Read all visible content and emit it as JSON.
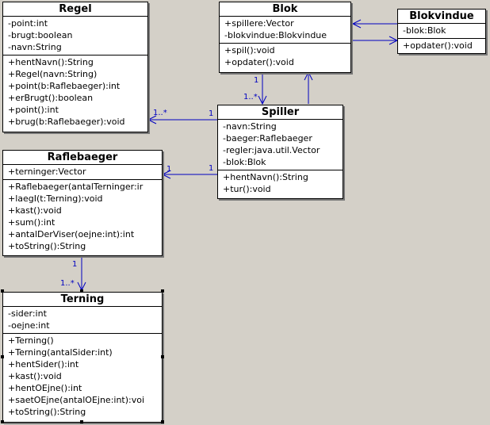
{
  "classes": {
    "regel": {
      "name": "Regel",
      "attributes": [
        "-point:int",
        "-brugt:boolean",
        "-navn:String"
      ],
      "operations": [
        "+hentNavn():String",
        "+Regel(navn:String)",
        "+point(b:Raflebaeger):int",
        "+erBrugt():boolean",
        "+point():int",
        "+brug(b:Raflebaeger):void"
      ]
    },
    "blok": {
      "name": "Blok",
      "attributes": [
        "+spillere:Vector",
        "-blokvindue:Blokvindue"
      ],
      "operations": [
        "+spil():void",
        "+opdater():void"
      ]
    },
    "blokvindue": {
      "name": "Blokvindue",
      "attributes": [
        "-blok:Blok"
      ],
      "operations": [
        "+opdater():void"
      ]
    },
    "spiller": {
      "name": "Spiller",
      "attributes": [
        "-navn:String",
        "-baeger:Raflebaeger",
        "-regler:java.util.Vector",
        "-blok:Blok"
      ],
      "operations": [
        "+hentNavn():String",
        "+tur():void"
      ]
    },
    "raflebaeger": {
      "name": "Raflebaeger",
      "attributes": [
        "+terninger:Vector"
      ],
      "operations": [
        "+Raflebaeger(antalTerninger:ir",
        "+laegI(t:Terning):void",
        "+kast():void",
        "+sum():int",
        "+antalDerViser(oejne:int):int",
        "+toString():String"
      ]
    },
    "terning": {
      "name": "Terning",
      "attributes": [
        "-sider:int",
        "-oejne:int"
      ],
      "operations": [
        "+Terning()",
        "+Terning(antalSider:int)",
        "+hentSider():int",
        "+kast():void",
        "+hentOEjne():int",
        "+saetOEjne(antalOEjne:int):voi",
        "+toString():String"
      ]
    }
  },
  "multiplicities": {
    "blok_spiller_top": "1",
    "blok_spiller_bottom": "1..*",
    "spiller_regel_near_spiller": "1",
    "spiller_regel_near_regel": "1..*",
    "spiller_raflebaeger_near_spiller": "1",
    "spiller_raflebaeger_near_raflebaeger": "1",
    "raflebaeger_terning_top": "1",
    "raflebaeger_terning_bottom": "1..*"
  },
  "colors": {
    "background": "#d4d0c8",
    "association": "#0000c0",
    "box": "#ffffff"
  }
}
